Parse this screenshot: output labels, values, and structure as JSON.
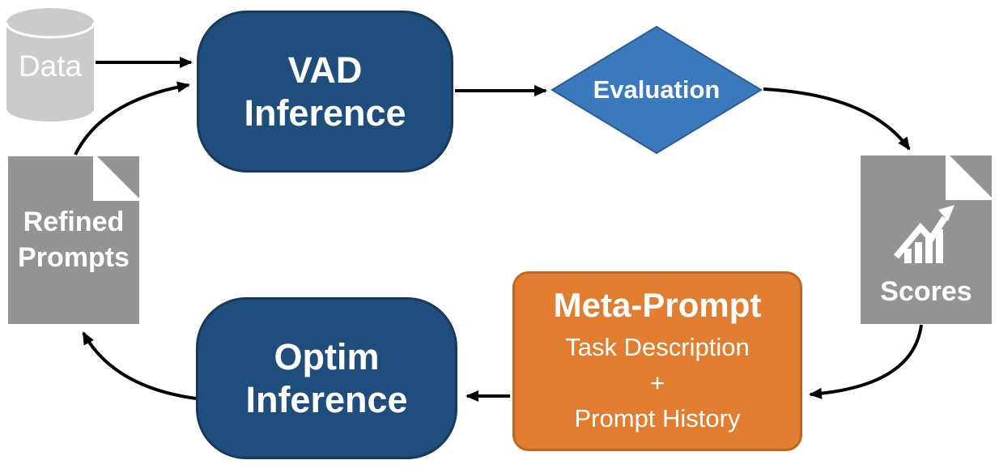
{
  "colors": {
    "process_blue": "#1F4E7C",
    "decision_blue": "#3A79BC",
    "meta_orange": "#E17E32",
    "document_gray": "#949494",
    "database_gray": "#CBCBCB",
    "arrow_black": "#000000",
    "label_white": "#FFFFFF"
  },
  "nodes": {
    "data_store": {
      "label": "Data",
      "shape": "database"
    },
    "vad_inference": {
      "label": "VAD\nInference",
      "shape": "rounded-rectangle"
    },
    "evaluation": {
      "label": "Evaluation",
      "shape": "diamond"
    },
    "scores": {
      "label": "Scores",
      "shape": "document",
      "icon": "bar-chart-trend-icon"
    },
    "meta_prompt": {
      "title": "Meta-Prompt",
      "body_line_1": "Task Description",
      "body_line_2": "+",
      "body_line_3": "Prompt History",
      "shape": "rectangle"
    },
    "optim_inference": {
      "label": "Optim\nInference",
      "shape": "rounded-rectangle"
    },
    "refined_prompts": {
      "label": "Refined\nPrompts",
      "shape": "document"
    }
  },
  "edges": [
    {
      "from": "data_store",
      "to": "vad_inference"
    },
    {
      "from": "refined_prompts",
      "to": "vad_inference"
    },
    {
      "from": "vad_inference",
      "to": "evaluation"
    },
    {
      "from": "evaluation",
      "to": "scores"
    },
    {
      "from": "scores",
      "to": "meta_prompt"
    },
    {
      "from": "meta_prompt",
      "to": "optim_inference"
    },
    {
      "from": "optim_inference",
      "to": "refined_prompts"
    }
  ]
}
